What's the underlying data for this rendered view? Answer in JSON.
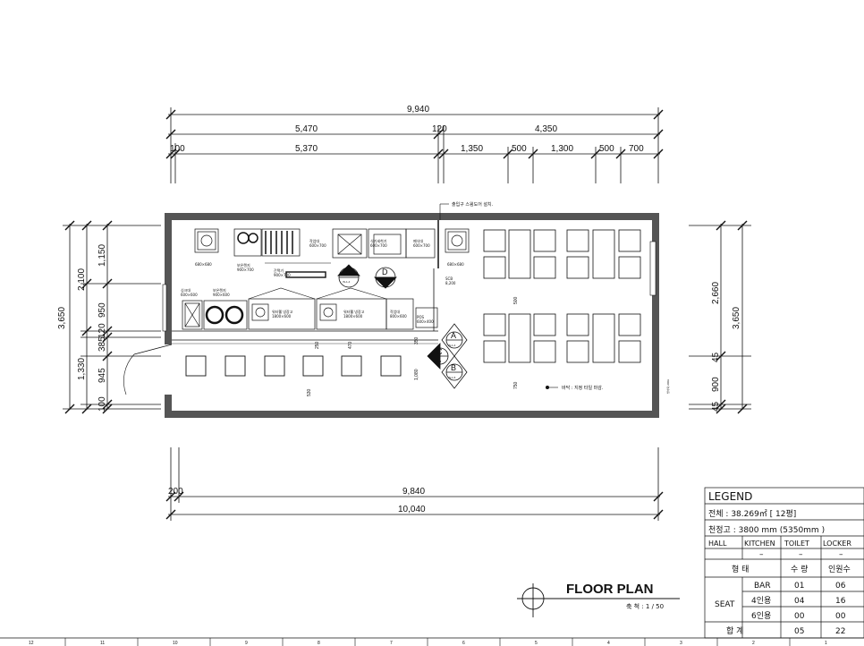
{
  "dimensions": {
    "top_total": "9,940",
    "top_left": "5,470",
    "top_mid": "120",
    "top_right": "4,350",
    "top_sub_left_a": "100",
    "top_sub_left_b": "5,370",
    "top_sub_r1": "1,350",
    "top_sub_r2": "500",
    "top_sub_r3": "1,300",
    "top_sub_r4": "500",
    "top_sub_r5": "700",
    "bottom_a": "200",
    "bottom_b": "9,840",
    "bottom_total": "10,040",
    "left_total": "3,650",
    "left_upper": "2,100",
    "left_upper_a": "1,150",
    "left_upper_b": "950",
    "left_mid_a": "120",
    "left_mid_b": "385",
    "left_lower": "1,330",
    "left_lower_a": "945",
    "left_lower_b": "100",
    "right_total": "3,650",
    "right_upper": "2,660",
    "right_lower_a": "900",
    "right_lower_b": "45",
    "right_lower_c": "45",
    "interior": [
      "500",
      "250",
      "470",
      "350",
      "530",
      "1,080",
      "750"
    ]
  },
  "equipment": [
    "680×680",
    "보온렌지\n900×700",
    "작업대\n600×700",
    "식기세척기\n600×700",
    "폐식대\n600×700",
    "680×680",
    "간택기\n900×700",
    "싱크대\n600×600",
    "보온렌지\n900×600",
    "워터웰 냉장고\n1800×600",
    "워터웰 냉장고\n1800×600",
    "작업대\n800×600",
    "POS\n600×400",
    "SCB\n8,200"
  ],
  "tags": [
    {
      "letter": "A",
      "code": "IN-1-4"
    },
    {
      "letter": "D",
      "code": "IN-1-4"
    },
    {
      "letter": "A",
      "code": "IN-1-4"
    },
    {
      "letter": "C",
      "code": "IN-1-4"
    },
    {
      "letter": "B",
      "code": "IN-1-5"
    }
  ],
  "notes": {
    "exhaust": "출입구 스윙도어 설치.",
    "floor": "바닥 : 지정 타일 마감.",
    "window_side": "방수턱 200H"
  },
  "legend": {
    "title": "LEGEND",
    "area": "전체 : 38.269㎡  [ 12평]",
    "ceiling": "천정고 :  3800 mm (5350mm )",
    "zones": [
      "HALL",
      "KITCHEN",
      "TOILET",
      "LOCKER"
    ],
    "zone_values": [
      "",
      "–",
      "–",
      "–"
    ],
    "header": [
      "형 태",
      "수 량",
      "인원수"
    ],
    "group": "SEAT",
    "rows": [
      {
        "type": "BAR",
        "qty": "01",
        "people": "06"
      },
      {
        "type": "4인용",
        "qty": "04",
        "people": "16"
      },
      {
        "type": "6인용",
        "qty": "00",
        "people": "00"
      }
    ],
    "total_label": "합  계",
    "total_qty": "05",
    "total_people": "22"
  },
  "title_block": {
    "title": "FLOOR PLAN",
    "scale": "축  척 : 1 / 50"
  },
  "ruler": [
    "12",
    "11",
    "10",
    "9",
    "8",
    "7",
    "6",
    "5",
    "4",
    "3",
    "2",
    "1"
  ]
}
